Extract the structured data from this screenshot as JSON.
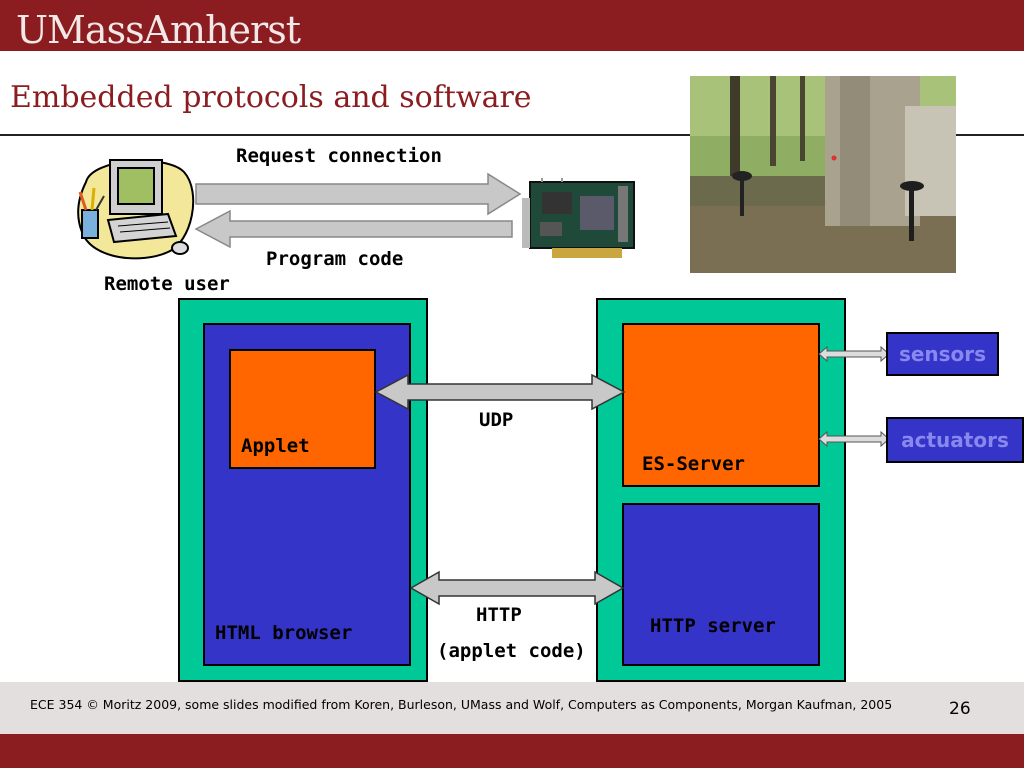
{
  "header": {
    "brand": "UMassAmherst"
  },
  "slide": {
    "title": "Embedded protocols and software"
  },
  "top_diagram": {
    "request_label": "Request connection",
    "program_label": "Program code",
    "remote_user_label": "Remote user"
  },
  "client": {
    "browser_label": "HTML browser",
    "applet_label": "Applet"
  },
  "server": {
    "es_server_label": "ES-Server",
    "http_server_label": "HTTP server"
  },
  "links": {
    "udp_label": "UDP",
    "http_label": "HTTP",
    "http_sub_label": "(applet code)"
  },
  "devices": {
    "sensors_label": "sensors",
    "actuators_label": "actuators"
  },
  "footer": {
    "text": "ECE 354 © Moritz 2009,  some slides modified from Koren, Burleson, UMass and Wolf, Computers as Components, Morgan Kaufman, 2005",
    "page_number": "26"
  },
  "colors": {
    "brand_maroon": "#8b1c1f",
    "panel_green": "#00c896",
    "panel_blue": "#3434c8",
    "panel_orange": "#ff6600",
    "arrow_gray": "#c8c8c8",
    "footer_gray": "#e3dfdf"
  }
}
